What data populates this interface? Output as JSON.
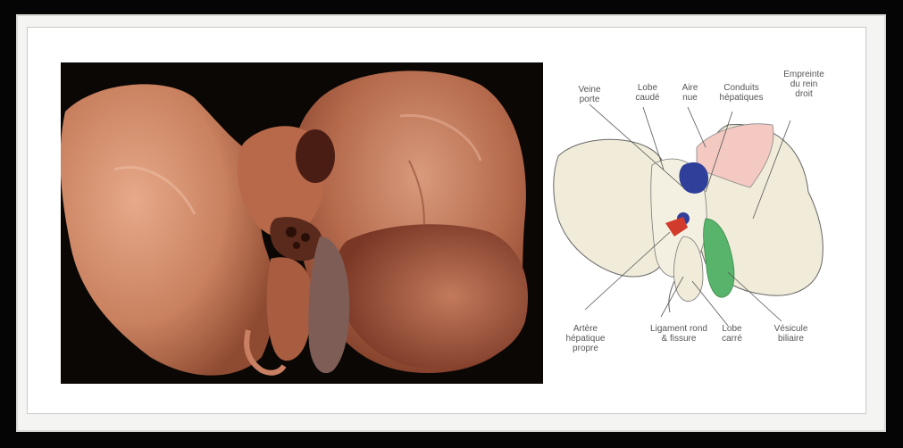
{
  "labels": {
    "veine_porte": "Veine\nporte",
    "lobe_caude": "Lobe\ncaudé",
    "aire_nue": "Aire\nnue",
    "conduits_hepatiques": "Conduits\nhépatiques",
    "empreinte_rein": "Empreinte\ndu rein\ndroit",
    "artere_hepatique": "Artère\nhépatique\npropre",
    "ligament_rond": "Ligament rond\n& fissure",
    "lobe_carre": "Lobe\ncarré",
    "vesicule": "Vésicule\nbiliaire"
  },
  "colors": {
    "liver_fill": "#f1ecd9",
    "bare_area": "#f3c9c2",
    "portal_vein": "#2f3f9a",
    "hepatic_artery": "#d23b2b",
    "gallbladder": "#58b46a",
    "background": "#000000"
  }
}
